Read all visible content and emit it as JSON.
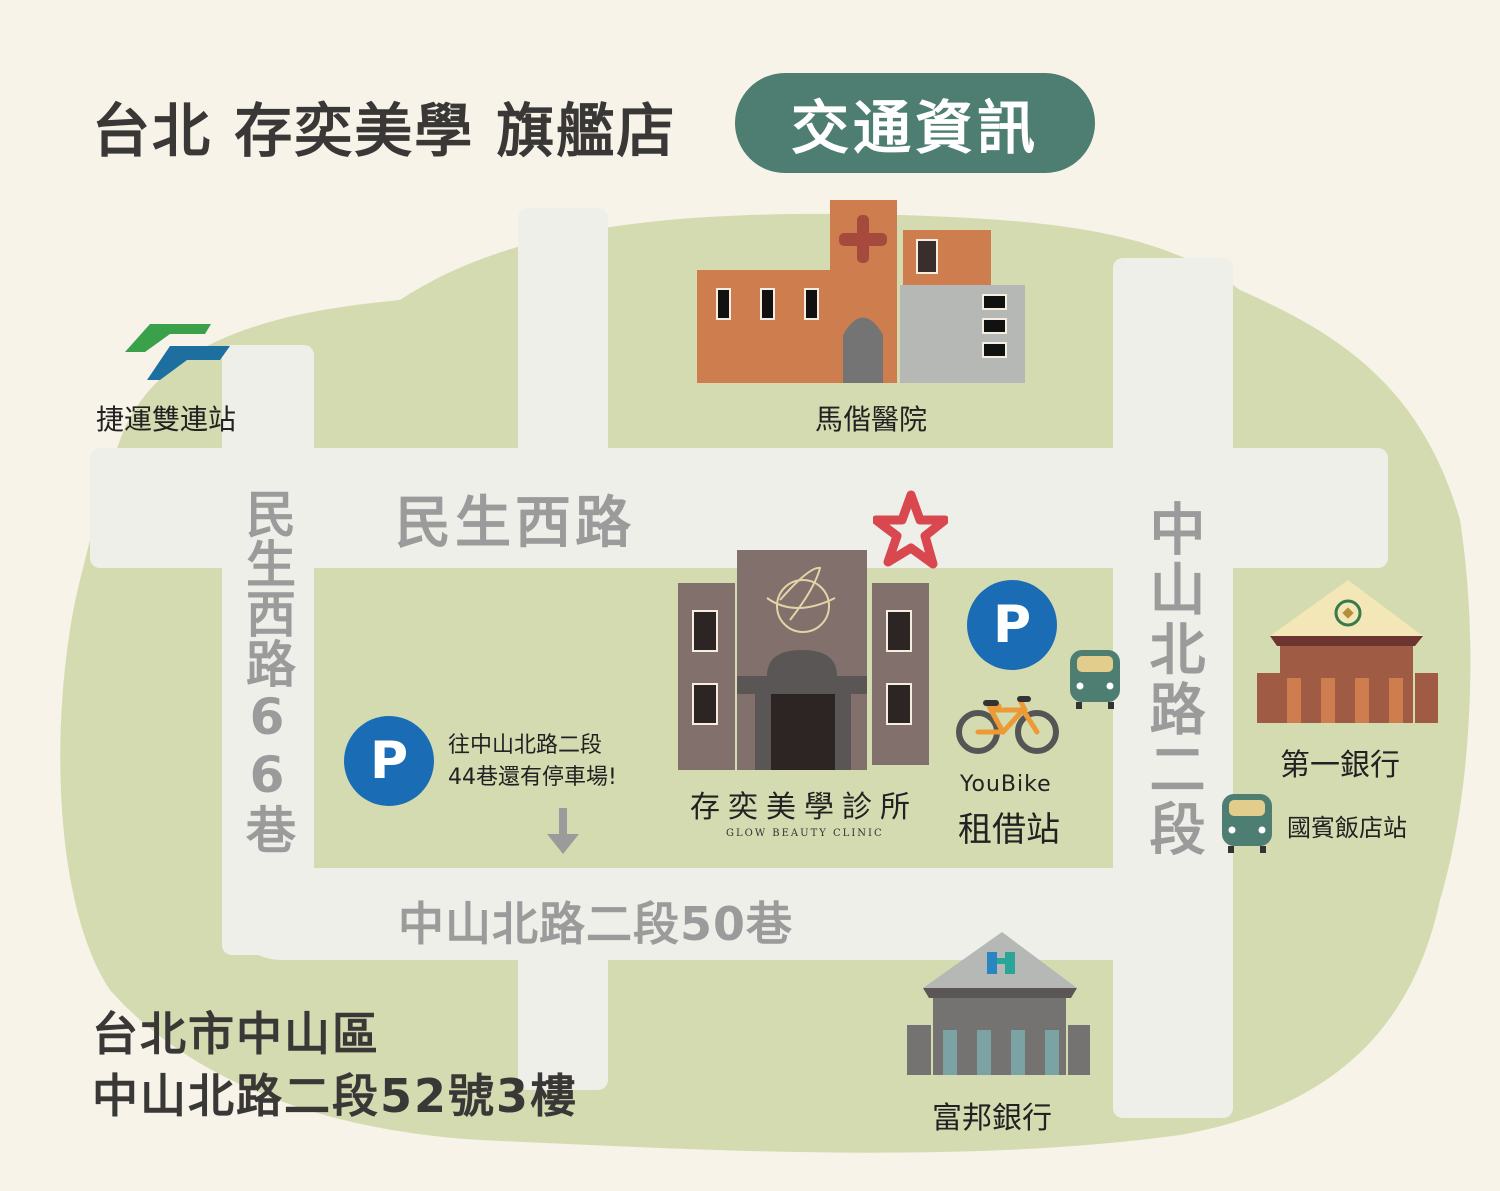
{
  "header": {
    "title": "台北 存奕美學 旗艦店",
    "badge": "交通資訊"
  },
  "colors": {
    "background": "#f7f3e8",
    "land": "#d4dbb1",
    "road": "#efefea",
    "badge": "#4e7d71",
    "parking": "#1a6db5",
    "star": "#d9474f",
    "bus": "#4e7d71"
  },
  "roads": {
    "minsheng_west": "民生西路",
    "minsheng_west_lane66": "民生西路66巷",
    "zhongshan_north_sec2": "中山北路二段",
    "zhongshan_north_sec2_lane50": "中山北路二段50巷"
  },
  "landmarks": {
    "mrt": "捷運雙連站",
    "hospital": "馬偕醫院",
    "first_bank": "第一銀行",
    "fubon_bank": "富邦銀行",
    "bus_stop": "國賓飯店站",
    "youbike_line1": "YouBike",
    "youbike_line2": "租借站"
  },
  "clinic": {
    "name": "存奕美學診所",
    "name_en": "GLOW BEAUTY CLINIC"
  },
  "parking": {
    "symbol": "P",
    "note_line1": "往中山北路二段",
    "note_line2": "44巷還有停車場!"
  },
  "address": {
    "line1": "台北市中山區",
    "line2": "中山北路二段52號3樓"
  }
}
